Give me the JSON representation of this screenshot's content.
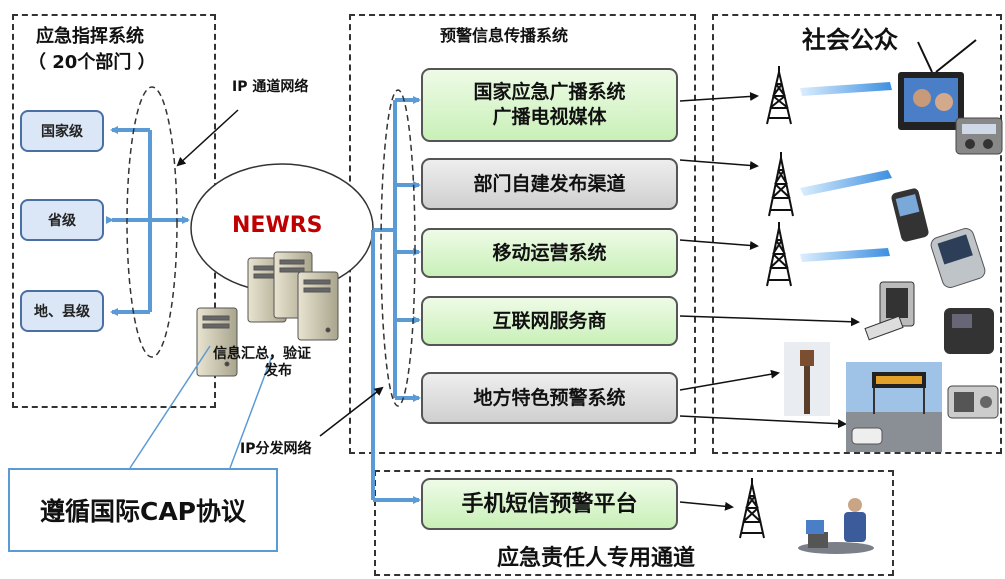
{
  "command": {
    "title_line1": "应急指挥系统",
    "title_line2": "（ 20个部门 ）",
    "levels": [
      "国家级",
      "省级",
      "地、县级"
    ]
  },
  "ip_channel_label": "IP 通道网络",
  "core": {
    "name": "NEWRS",
    "caption_line1": "信息汇总，验证",
    "caption_line2": "发布"
  },
  "ip_dist_label": "IP分发网络",
  "cap_label": "遵循国际CAP协议",
  "warning": {
    "title": "预警信息传播系统",
    "channels": [
      {
        "line1": "国家应急广播系统",
        "line2": "广播电视媒体",
        "style": "green"
      },
      {
        "line1": "部门自建发布渠道",
        "line2": "",
        "style": "gray"
      },
      {
        "line1": "移动运营系统",
        "line2": "",
        "style": "green"
      },
      {
        "line1": "互联网服务商",
        "line2": "",
        "style": "green"
      },
      {
        "line1": "地方特色预警系统",
        "line2": "",
        "style": "gray"
      }
    ]
  },
  "public": {
    "title": "社会公众"
  },
  "sms": {
    "platform": "手机短信预警平台",
    "caption": "应急责任人专用通道"
  },
  "colors": {
    "arrow_blue": "#5b9bd5",
    "box_green": "#c9f0b8",
    "box_gray": "#cfcfcf",
    "core_red": "#c00000"
  }
}
